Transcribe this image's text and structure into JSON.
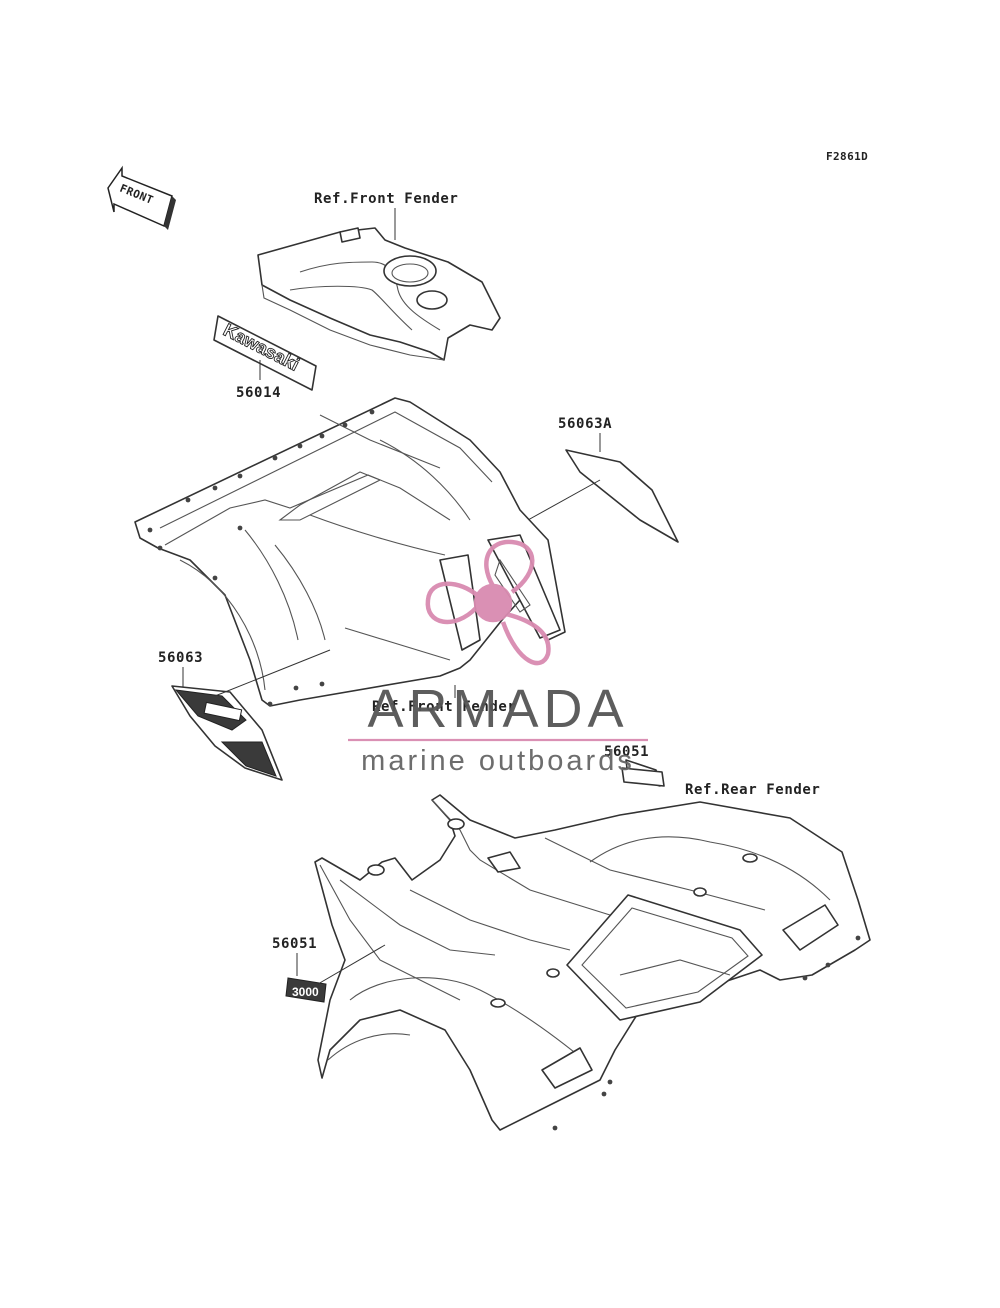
{
  "figure_code": "F2861D",
  "front_indicator": "FRONT",
  "labels": {
    "ref_front_fender_top": "Ref.Front Fender",
    "ref_front_fender_mid": "Ref.Front Fender",
    "ref_rear_fender": "Ref.Rear Fender"
  },
  "parts": {
    "p56014": "56014",
    "p56063A": "56063A",
    "p56063": "56063",
    "p56051_upper": "56051",
    "p56051_lower": "56051"
  },
  "decal_texts": {
    "kawasaki": "Kawasaki"
  },
  "watermark": {
    "name": "ARMADA",
    "tagline": "marine outboards",
    "logo_color": "#d98bb0",
    "text_color": "#555555"
  }
}
